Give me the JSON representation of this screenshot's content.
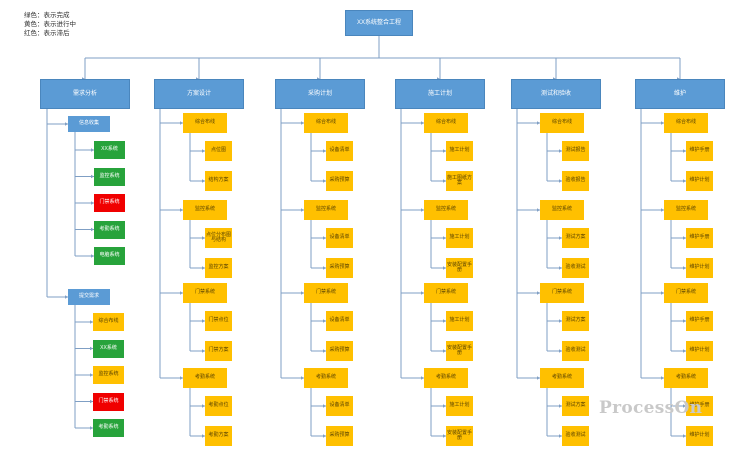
{
  "legend": [
    "绿色：表示完成",
    "黄色：表示进行中",
    "红色：表示滞后"
  ],
  "watermark": "ProcessOn",
  "colors": {
    "line": "#7f9fc4",
    "blue": "#5b9bd5",
    "green": "#27a33b",
    "yellow": "#ffc000",
    "red": "#f00000"
  },
  "root": "XX系统整合工程",
  "columns": [
    {
      "label": "需求分析",
      "groups": [
        {
          "label": "信息收集",
          "status": "blue",
          "items": [
            {
              "label": "XX系统",
              "status": "done"
            },
            {
              "label": "监控系统",
              "status": "done"
            },
            {
              "label": "门禁系统",
              "status": "delayed"
            },
            {
              "label": "考勤系统",
              "status": "done"
            },
            {
              "label": "电脑系统",
              "status": "done"
            }
          ]
        },
        {
          "label": "提交需求",
          "status": "blue",
          "items": [
            {
              "label": "综合布线",
              "status": "doing"
            },
            {
              "label": "XX系统",
              "status": "done"
            },
            {
              "label": "监控系统",
              "status": "doing"
            },
            {
              "label": "门禁系统",
              "status": "delayed"
            },
            {
              "label": "考勤系统",
              "status": "done"
            }
          ]
        }
      ]
    },
    {
      "label": "方案设计",
      "groups": [
        {
          "label": "综合布线",
          "status": "doing",
          "items": [
            {
              "label": "点位图",
              "status": "doing"
            },
            {
              "label": "结构方案",
              "status": "doing"
            }
          ]
        },
        {
          "label": "监控系统",
          "status": "doing",
          "items": [
            {
              "label": "点位分布图与结构",
              "status": "doing"
            },
            {
              "label": "监控方案",
              "status": "doing"
            }
          ]
        },
        {
          "label": "门禁系统",
          "status": "doing",
          "items": [
            {
              "label": "门禁点位",
              "status": "doing"
            },
            {
              "label": "门禁方案",
              "status": "doing"
            }
          ]
        },
        {
          "label": "考勤系统",
          "status": "doing",
          "items": [
            {
              "label": "考勤点位",
              "status": "doing"
            },
            {
              "label": "考勤方案",
              "status": "doing"
            }
          ]
        }
      ]
    },
    {
      "label": "采购计划",
      "groups": [
        {
          "label": "综合布线",
          "status": "doing",
          "items": [
            {
              "label": "设备清单",
              "status": "doing"
            },
            {
              "label": "采购预算",
              "status": "doing"
            }
          ]
        },
        {
          "label": "监控系统",
          "status": "doing",
          "items": [
            {
              "label": "设备清单",
              "status": "doing"
            },
            {
              "label": "采购预算",
              "status": "doing"
            }
          ]
        },
        {
          "label": "门禁系统",
          "status": "doing",
          "items": [
            {
              "label": "设备清单",
              "status": "doing"
            },
            {
              "label": "采购预算",
              "status": "doing"
            }
          ]
        },
        {
          "label": "考勤系统",
          "status": "doing",
          "items": [
            {
              "label": "设备清单",
              "status": "doing"
            },
            {
              "label": "采购预算",
              "status": "doing"
            }
          ]
        }
      ]
    },
    {
      "label": "施工计划",
      "groups": [
        {
          "label": "综合布线",
          "status": "doing",
          "items": [
            {
              "label": "施工计划",
              "status": "doing"
            },
            {
              "label": "施工图纸方案",
              "status": "doing"
            }
          ]
        },
        {
          "label": "监控系统",
          "status": "doing",
          "items": [
            {
              "label": "施工计划",
              "status": "doing"
            },
            {
              "label": "安装配置手册",
              "status": "doing"
            }
          ]
        },
        {
          "label": "门禁系统",
          "status": "doing",
          "items": [
            {
              "label": "施工计划",
              "status": "doing"
            },
            {
              "label": "安装配置手册",
              "status": "doing"
            }
          ]
        },
        {
          "label": "考勤系统",
          "status": "doing",
          "items": [
            {
              "label": "施工计划",
              "status": "doing"
            },
            {
              "label": "安装配置手册",
              "status": "doing"
            }
          ]
        }
      ]
    },
    {
      "label": "测试和验收",
      "groups": [
        {
          "label": "综合布线",
          "status": "doing",
          "items": [
            {
              "label": "测试报告",
              "status": "doing"
            },
            {
              "label": "验收报告",
              "status": "doing"
            }
          ]
        },
        {
          "label": "监控系统",
          "status": "doing",
          "items": [
            {
              "label": "测试方案",
              "status": "doing"
            },
            {
              "label": "验收测试",
              "status": "doing"
            }
          ]
        },
        {
          "label": "门禁系统",
          "status": "doing",
          "items": [
            {
              "label": "测试方案",
              "status": "doing"
            },
            {
              "label": "验收测试",
              "status": "doing"
            }
          ]
        },
        {
          "label": "考勤系统",
          "status": "doing",
          "items": [
            {
              "label": "测试方案",
              "status": "doing"
            },
            {
              "label": "验收测试",
              "status": "doing"
            }
          ]
        }
      ]
    },
    {
      "label": "维护",
      "groups": [
        {
          "label": "综合布线",
          "status": "doing",
          "items": [
            {
              "label": "维护手册",
              "status": "doing"
            },
            {
              "label": "维护计划",
              "status": "doing"
            }
          ]
        },
        {
          "label": "监控系统",
          "status": "doing",
          "items": [
            {
              "label": "维护手册",
              "status": "doing"
            },
            {
              "label": "维护计划",
              "status": "doing"
            }
          ]
        },
        {
          "label": "门禁系统",
          "status": "doing",
          "items": [
            {
              "label": "维护手册",
              "status": "doing"
            },
            {
              "label": "维护计划",
              "status": "doing"
            }
          ]
        },
        {
          "label": "考勤系统",
          "status": "doing",
          "items": [
            {
              "label": "维护手册",
              "status": "doing"
            },
            {
              "label": "维护计划",
              "status": "doing"
            }
          ]
        }
      ]
    }
  ]
}
